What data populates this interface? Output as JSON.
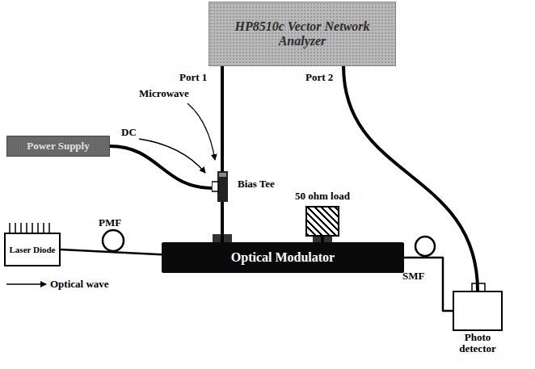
{
  "diagram": {
    "nodes": [
      {
        "text": [
          "HP8510c Vector Network Analyzer"
        ]
      },
      {
        "text": [
          "Power Supply"
        ]
      },
      {
        "text": [
          "Bias Tee"
        ]
      },
      {
        "text": [
          "50 ohm load"
        ]
      },
      {
        "text": [
          "Laser Diode"
        ]
      },
      {
        "text": [
          "Optical Modulator"
        ]
      },
      {
        "text": [
          "Photo detector"
        ]
      }
    ],
    "edges": [
      {
        "from": 0,
        "to": 2,
        "arrow": "none"
      },
      {
        "from": 1,
        "to": 2,
        "arrow": "none"
      },
      {
        "from": 2,
        "to": 5,
        "arrow": "none"
      },
      {
        "from": 3,
        "to": 5,
        "arrow": "none"
      },
      {
        "from": 4,
        "to": 5,
        "arrow": "none"
      },
      {
        "from": 5,
        "to": 6,
        "arrow": "none"
      },
      {
        "from": 0,
        "to": 6,
        "arrow": "none"
      }
    ],
    "labels": [
      "Port 1",
      "Port 2",
      "Microwave",
      "DC",
      "PMF",
      "SMF",
      "Optical wave"
    ]
  }
}
